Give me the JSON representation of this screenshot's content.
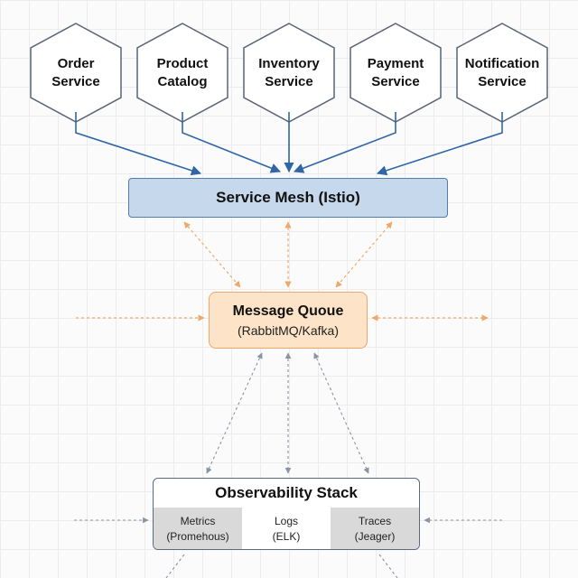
{
  "services": [
    {
      "label": "Order\nService"
    },
    {
      "label": "Product\nCatalog"
    },
    {
      "label": "Inventory\nService"
    },
    {
      "label": "Payment\nService"
    },
    {
      "label": "Notification\nService"
    }
  ],
  "service_mesh": {
    "label": "Service Mesh (Istio)"
  },
  "message_queue": {
    "title": "Message Quoue",
    "subtitle": "(RabbitMQ/Kafka)"
  },
  "observability": {
    "title": "Observability Stack",
    "cells": [
      {
        "name": "Metrics",
        "detail": "(Promehous)"
      },
      {
        "name": "Logs",
        "detail": "(ELK)"
      },
      {
        "name": "Traces",
        "detail": "(Jeager)"
      }
    ]
  },
  "colors": {
    "service_border": "#5a6472",
    "solid_arrow": "#2f66a8",
    "mesh_fill": "#c6d8ec",
    "orange_dashed": "#f0a86a",
    "grey_dashed": "#8a94a6"
  }
}
